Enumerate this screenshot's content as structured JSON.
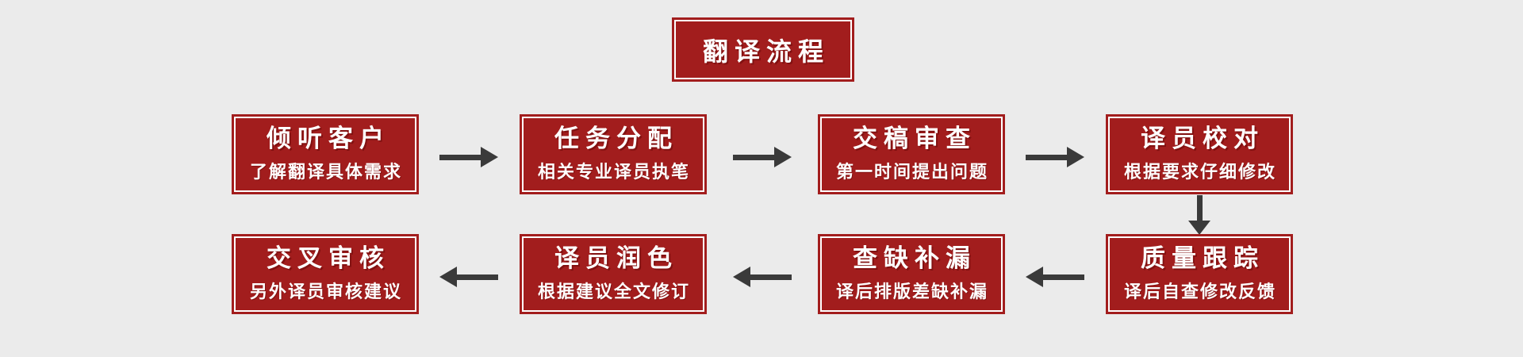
{
  "title": {
    "label": "翻译流程"
  },
  "colors": {
    "background": "#EBEBEB",
    "box_fill": "#A21D1D",
    "box_inner_border": "#FFFFFF",
    "arrow": "#3A3A3A",
    "text": "#FFFFFF"
  },
  "flow": {
    "steps": [
      {
        "title": "倾听客户",
        "subtitle": "了解翻译具体需求",
        "row": 1,
        "col": 1
      },
      {
        "title": "任务分配",
        "subtitle": "相关专业译员执笔",
        "row": 1,
        "col": 2
      },
      {
        "title": "交稿审查",
        "subtitle": "第一时间提出问题",
        "row": 1,
        "col": 3
      },
      {
        "title": "译员校对",
        "subtitle": "根据要求仔细修改",
        "row": 1,
        "col": 4
      },
      {
        "title": "质量跟踪",
        "subtitle": "译后自查修改反馈",
        "row": 2,
        "col": 4
      },
      {
        "title": "查缺补漏",
        "subtitle": "译后排版差缺补漏",
        "row": 2,
        "col": 3
      },
      {
        "title": "译员润色",
        "subtitle": "根据建议全文修订",
        "row": 2,
        "col": 2
      },
      {
        "title": "交叉审核",
        "subtitle": "另外译员审核建议",
        "row": 2,
        "col": 1
      }
    ],
    "arrows": [
      {
        "type": "right",
        "from": "倾听客户",
        "to": "任务分配"
      },
      {
        "type": "right",
        "from": "任务分配",
        "to": "交稿审查"
      },
      {
        "type": "right",
        "from": "交稿审查",
        "to": "译员校对"
      },
      {
        "type": "down",
        "from": "译员校对",
        "to": "质量跟踪"
      },
      {
        "type": "left",
        "from": "质量跟踪",
        "to": "查缺补漏"
      },
      {
        "type": "left",
        "from": "查缺补漏",
        "to": "译员润色"
      },
      {
        "type": "left",
        "from": "译员润色",
        "to": "交叉审核"
      }
    ]
  }
}
